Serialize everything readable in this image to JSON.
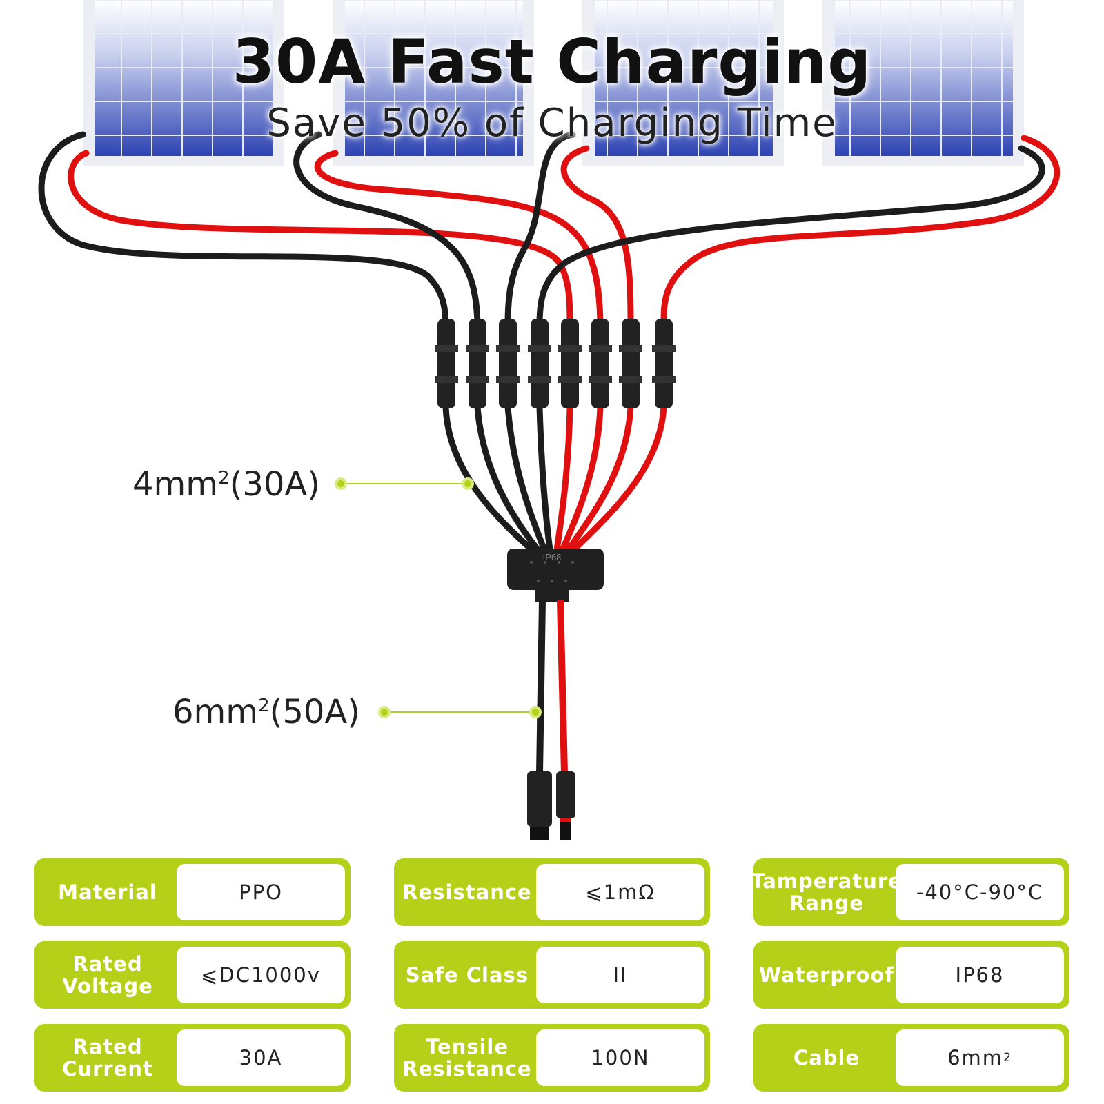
{
  "header": {
    "title": "30A Fast Charging",
    "subtitle": "Save 50% of Charging Time"
  },
  "callouts": [
    {
      "text": "4mm",
      "sup": "2",
      "rest": "(30A)"
    },
    {
      "text": "6mm",
      "sup": "2",
      "rest": "(50A)"
    }
  ],
  "hub_label": "IP68",
  "colors": {
    "accent": "#b5d019",
    "red_cable": "#e01010",
    "black_cable": "#1c1c1c",
    "panel": "#3a4fb0"
  },
  "specs": [
    {
      "label": "Material",
      "value": "PPO"
    },
    {
      "label": "Resistance",
      "value": "⩽1mΩ"
    },
    {
      "label": "Tamperature\nRange",
      "value": "-40°C-90°C"
    },
    {
      "label": "Rated\nVoltage",
      "value": "⩽DC1000v"
    },
    {
      "label": "Safe Class",
      "value": "II"
    },
    {
      "label": "Waterproof",
      "value": "IP68"
    },
    {
      "label": "Rated\nCurrent",
      "value": "30A"
    },
    {
      "label": "Tensile\nResistance",
      "value": "100N"
    },
    {
      "label": "Cable",
      "value": "6mm",
      "value_sup": "2"
    }
  ]
}
